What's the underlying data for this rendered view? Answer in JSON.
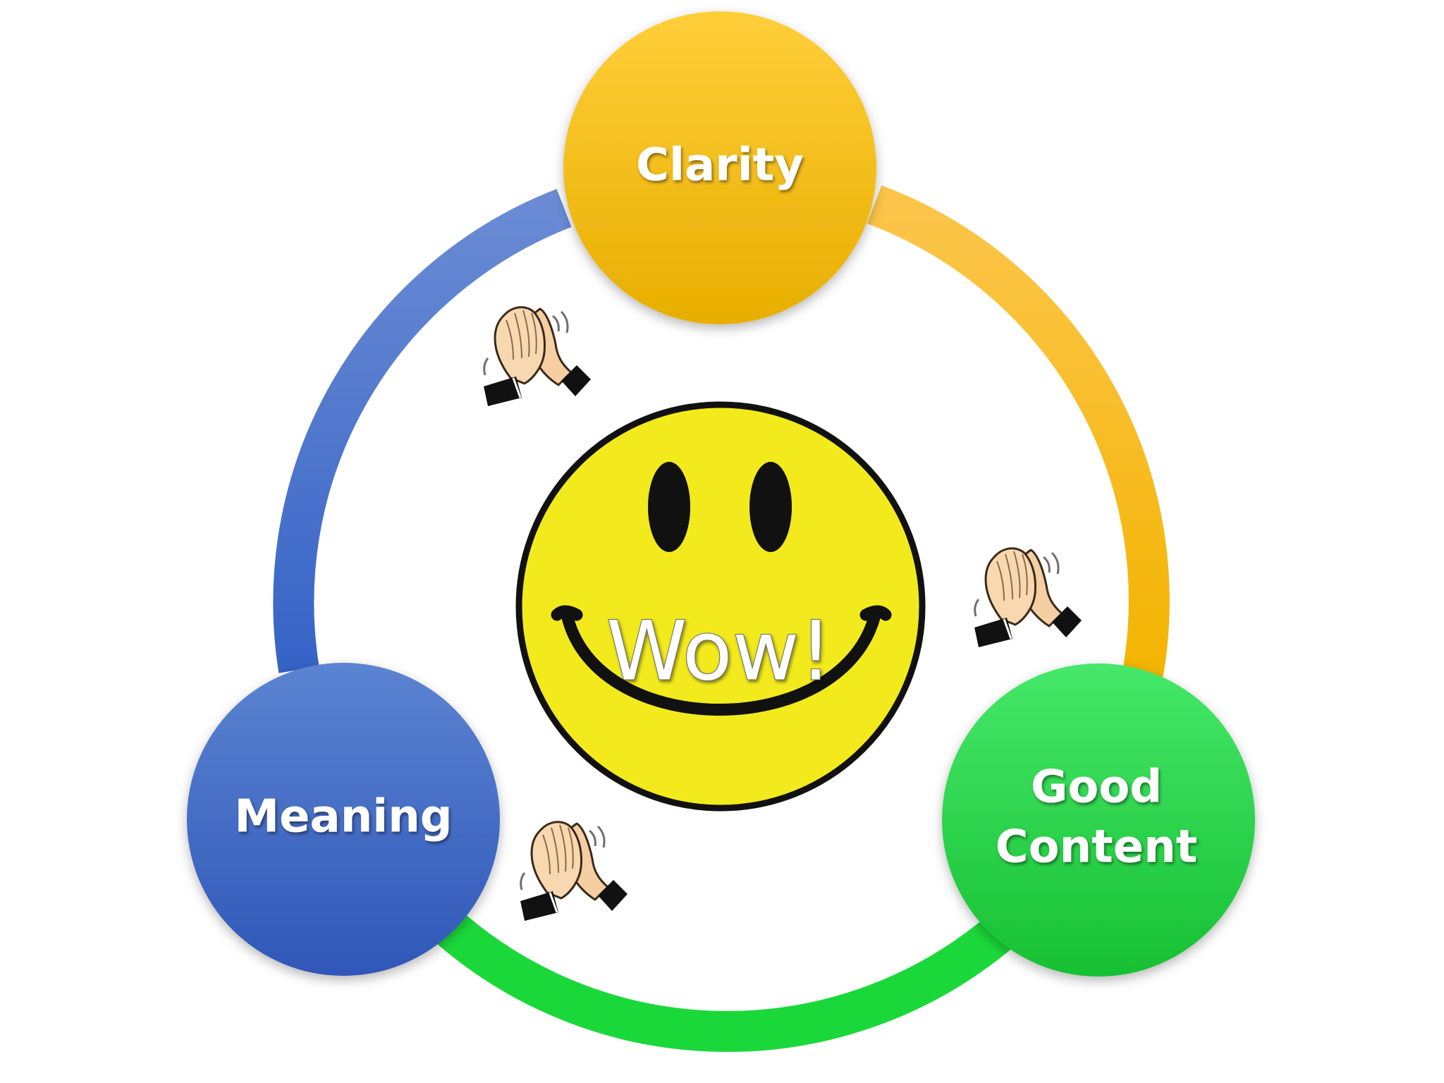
{
  "nodes": {
    "top": {
      "label": "Clarity",
      "color": "#F5B800"
    },
    "bottom_left": {
      "label": "Meaning",
      "color": "#3B65C0"
    },
    "bottom_right": {
      "label_line1": "Good",
      "label_line2": "Content",
      "color": "#22D040"
    }
  },
  "center": {
    "label": "Wow!",
    "face_color": "#F2EA1C",
    "icon": "smiley-face-icon"
  },
  "ring_colors": {
    "left_arc": "#3E6CC7",
    "right_arc": "#F7B718",
    "bottom_arc": "#1BD83A"
  },
  "decorations": {
    "icon": "clapping-hands-icon",
    "count": 3
  }
}
